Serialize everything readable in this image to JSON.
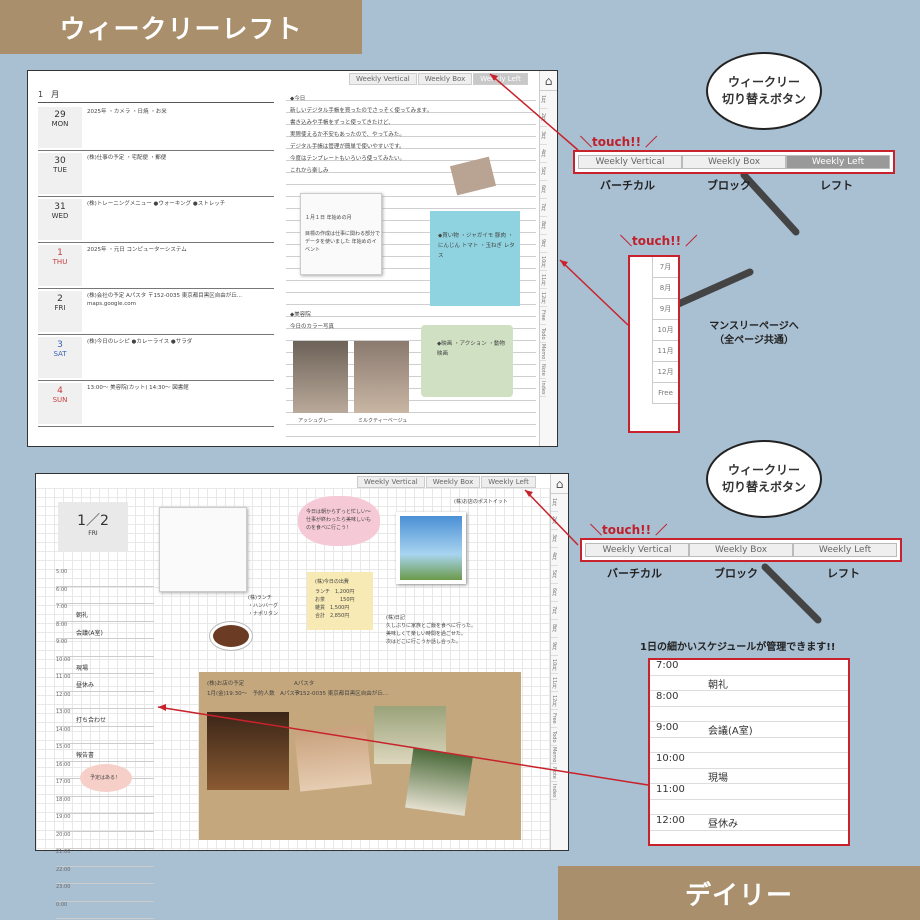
{
  "banners": {
    "top": "ウィークリーレフト",
    "bottom": "デイリー"
  },
  "tabs": {
    "vertical": "Weekly Vertical",
    "box": "Weekly Box",
    "left": "Weekly Left"
  },
  "side_nav": {
    "home_icon": "home-icon",
    "months": [
      "1月",
      "2月",
      "3月",
      "4月",
      "5月",
      "6月",
      "7月",
      "8月",
      "9月",
      "10月",
      "11月",
      "12月",
      "Free",
      "Todo",
      "Memo",
      "Note",
      "Index"
    ]
  },
  "weekly": {
    "month": "1　月",
    "days": [
      {
        "num": "29",
        "wd": "MON",
        "text": "2025年 ・カメラ ・日焼 ・お米",
        "type": "weekday"
      },
      {
        "num": "30",
        "wd": "TUE",
        "text": "(株)仕事の予定 ・宅配便 ・郵便",
        "type": "weekday"
      },
      {
        "num": "31",
        "wd": "WED",
        "text": "(株)トレーニングメニュー ●ウォーキング ●ストレッチ",
        "type": "weekday"
      },
      {
        "num": "1",
        "wd": "THU",
        "text": "2025年 ・元日 コンピューターシステム",
        "type": "weekday"
      },
      {
        "num": "2",
        "wd": "FRI",
        "text": "(株)会社の予定 Aパスタ 〒152-0035 東京都目黒区自由が丘... maps.google.com",
        "type": "weekday"
      },
      {
        "num": "3",
        "wd": "SAT",
        "text": "(株)今日のレシピ ●カレーライス ●サラダ",
        "type": "sat"
      },
      {
        "num": "4",
        "wd": "SUN",
        "text": "13:00～ 美容院(カット) 14:30～ 図書館",
        "type": "sun"
      }
    ],
    "notes_title": "◆今日",
    "notes_text": "新しいデジタル手帳を買ったのでさっそく使ってみます。\n書き込みや手帳をずっと使ってきたけど、\n実際使えるか不安もあったので、やってみた。\nデジタル手帳は管理が簡単で使いやすいです。\n今度はテンプレートもいろいろ使ってみたい。\nこれから楽しみ",
    "memo_title": "◆美容院",
    "memo_text": "今日のカラー写真",
    "sticky_list": "◆買い物 ・ジャガイモ 豚肉 ・にんじん トマト ・玉ねぎ レタス",
    "sticky_green": "◆映画 ・アクション ・動物映画",
    "photo_captions": [
      "アッシュグレー",
      "ミルクティーベージュ"
    ],
    "card_text": "１月１日 年始めの月\n\n目標の作成は仕事に関わる部分で\nデータを使いました 年始めのイベント"
  },
  "daily": {
    "date_num": "1／2",
    "date_wd": "FRI",
    "times": [
      "5:00",
      "6:00",
      "7:00",
      "8:00",
      "9:00",
      "10:00",
      "11:00",
      "12:00",
      "13:00",
      "14:00",
      "15:00",
      "16:00",
      "17:00",
      "18:00",
      "19:00",
      "20:00",
      "21:00",
      "22:00",
      "23:00",
      "0:00"
    ],
    "time_events": {
      "7:00": "朝礼",
      "8:00": "会議(A室)",
      "10:00": "現場",
      "11:00": "昼休み",
      "13:00": "打ち合わせ",
      "15:00": "報告書"
    },
    "bubble_text": "今日は朝からずっと忙しい～ 仕事が終わったら美味しいものを食べに行こう！",
    "lunch_title": "(株)ランチ",
    "lunch_items": [
      "・ハンバーグ",
      "・ナポリタン"
    ],
    "cost_title": "(株)今日の出費",
    "costs": [
      "ランチ　1,200円",
      "お茶　　　150円",
      "雑貨　1,500円",
      "合計　2,850円"
    ],
    "photo_memo_title": "(株)お店のポストイット",
    "memo_title": "(株)日記",
    "memo_text": "久しぶりに家族とご飯を食べに行った。\n美味しくて楽しい時間を過ごせた。\n次はどこに行こうか話し合った。",
    "pasta_title": "Aパスタ",
    "pasta_text": "〒152-0035 東京都目黒区自由が丘...",
    "cork_title": "(株)お店の予定",
    "cork_text": "1月(金)19:30～　予約人数　Aパスタ",
    "cloud_text": "予定はある！"
  },
  "callouts": {
    "bubble1": [
      "ウィークリー",
      "切り替えボタン"
    ],
    "bubble2": [
      "ウィークリー",
      "切り替えボタン"
    ],
    "touch": "＼touch!! ／",
    "labels": [
      "バーチカル",
      "ブロック",
      "レフト"
    ],
    "monthly_caption": [
      "マンスリーページへ",
      "（全ページ共通）"
    ],
    "monthly_months": [
      "7月",
      "8月",
      "9月",
      "10月",
      "11月",
      "12月",
      "Free"
    ],
    "schedule_caption": "1日の細かいスケジュールが管理できます!!",
    "schedule_rows": [
      {
        "time": "7:00",
        "ev": ""
      },
      {
        "time": "",
        "ev": "朝礼"
      },
      {
        "time": "8:00",
        "ev": ""
      },
      {
        "time": "",
        "ev": ""
      },
      {
        "time": "9:00",
        "ev": "会議(A室)"
      },
      {
        "time": "",
        "ev": ""
      },
      {
        "time": "10:00",
        "ev": ""
      },
      {
        "time": "",
        "ev": "現場"
      },
      {
        "time": "11:00",
        "ev": ""
      },
      {
        "time": "",
        "ev": ""
      },
      {
        "time": "12:00",
        "ev": "昼休み"
      }
    ]
  },
  "colors": {
    "accent": "#c8222c",
    "banner": "#a98f6b",
    "bg": "#a9bfd2"
  }
}
